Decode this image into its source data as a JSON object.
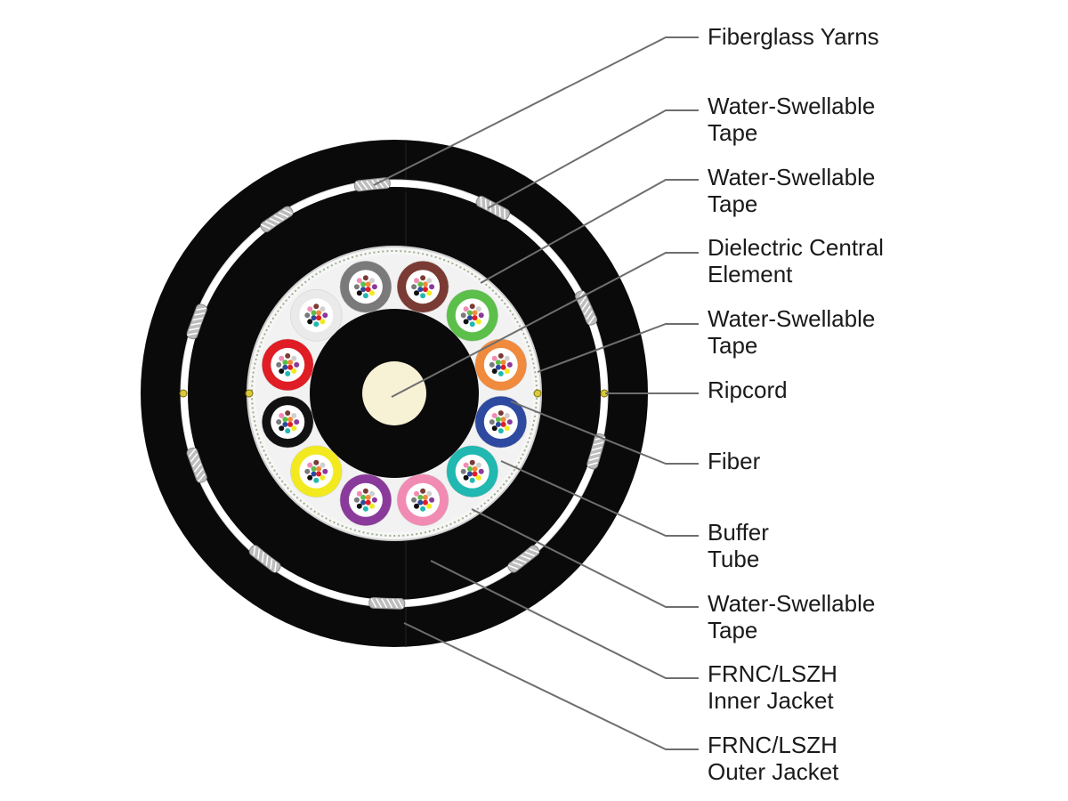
{
  "labels": [
    {
      "id": "fiberglass-yarns",
      "lines": [
        "Fiberglass Yarns"
      ]
    },
    {
      "id": "water-swellable-tape-1",
      "lines": [
        "Water-Swellable",
        "Tape"
      ]
    },
    {
      "id": "water-swellable-tape-2",
      "lines": [
        "Water-Swellable",
        "Tape"
      ]
    },
    {
      "id": "dielectric-central-element",
      "lines": [
        "Dielectric Central",
        "Element"
      ]
    },
    {
      "id": "water-swellable-tape-3",
      "lines": [
        "Water-Swellable",
        "Tape"
      ]
    },
    {
      "id": "ripcord",
      "lines": [
        "Ripcord"
      ]
    },
    {
      "id": "fiber",
      "lines": [
        "Fiber"
      ]
    },
    {
      "id": "buffer-tube",
      "lines": [
        "Buffer",
        "Tube"
      ]
    },
    {
      "id": "water-swellable-tape-4",
      "lines": [
        "Water-Swellable",
        "Tape"
      ]
    },
    {
      "id": "inner-jacket",
      "lines": [
        "FRNC/LSZH",
        "Inner Jacket"
      ]
    },
    {
      "id": "outer-jacket",
      "lines": [
        "FRNC/LSZH",
        "Outer Jacket"
      ]
    }
  ],
  "colors": {
    "jacket": "#0a0a0a",
    "tape": "#ffffff",
    "central_element": "#f7f1d6",
    "ripcord": "#d8c93a",
    "leader": "#6e6e6e",
    "buffer_tubes": [
      "#7a3b34",
      "#5bbf4a",
      "#f08a3c",
      "#2e4aa0",
      "#20b8b0",
      "#f28bb3",
      "#8a3a9a",
      "#f2ea1f",
      "#111111",
      "#e01c24",
      "#eaeaea",
      "#7a7a7a"
    ],
    "fibers": [
      "#e01c24",
      "#2e4aa0",
      "#5bbf4a",
      "#f08a3c",
      "#8a3a9a",
      "#f2ea1f",
      "#20b8b0",
      "#111111",
      "#7a7a7a",
      "#f28bb3",
      "#7a3b34",
      "#cfcfcf"
    ]
  }
}
